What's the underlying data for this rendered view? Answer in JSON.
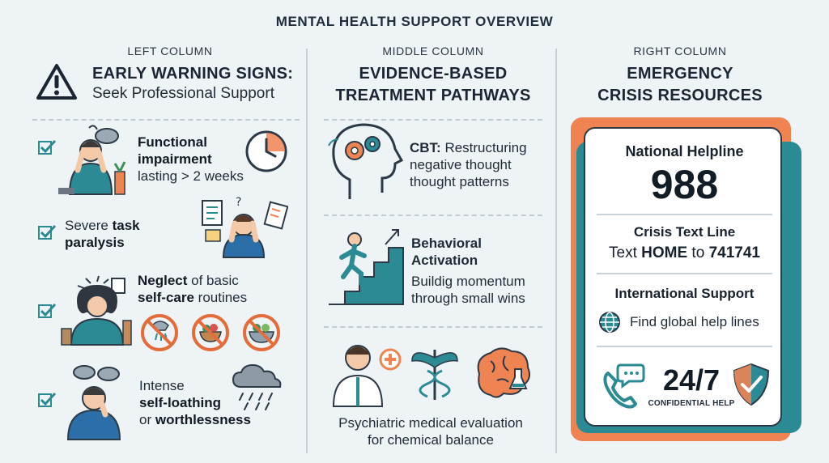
{
  "title": "MENTAL HEALTH SUPPORT OVERVIEW",
  "colors": {
    "background": "#eef3f5",
    "orange": "#f08352",
    "teal": "#2c8a95",
    "navy": "#1f2d3d",
    "check": "#2a8a94"
  },
  "left": {
    "column_label": "LEFT COLUMN",
    "heading_line1": "EARLY WARNING SIGNS:",
    "heading_line2": "Seek Professional Support",
    "items": [
      {
        "bold1": "Functional",
        "bold2": "impairment",
        "rest": "lasting > 2 weeks",
        "icon": "stressed-person-icon"
      },
      {
        "plain": "Severe ",
        "bold_a": "task",
        "bold_b": "paralysis",
        "icon": "overwhelmed-person-icon"
      },
      {
        "bold_a": "Neglect",
        "plain_a": " of basic",
        "bold_b": "self-care",
        "plain_b": " routines",
        "icon": "neglect-selfcare-icon"
      },
      {
        "plain": "Intense",
        "bold_a": "self-loathing",
        "plain_b": "or ",
        "bold_b": "worthlessness",
        "icon": "rain-cloud-icon"
      }
    ]
  },
  "middle": {
    "column_label": "MIDDLE COLUMN",
    "heading_line1": "EVIDENCE-BASED",
    "heading_line2": "TREATMENT PATHWAYS",
    "cbt": {
      "bold": "CBT:",
      "line1": " Restructuring",
      "line2": "negative thought",
      "line3": "thought patterns"
    },
    "behavioral": {
      "bold1": "Behavioral",
      "bold2": "Activation",
      "line1": "Buildig momentum",
      "line2": "through small wins"
    },
    "psychiatric": {
      "line1": "Psychiatric medical evaluation",
      "line2": "for chemical balance"
    }
  },
  "right": {
    "column_label": "RIGHT COLUMN",
    "heading_line1": "EMERGENCY",
    "heading_line2": "CRISIS RESOURCES",
    "helpline_label": "National Helpline",
    "helpline_number": "988",
    "text_line_label": "Crisis Text Line",
    "text_prefix": "Text ",
    "text_keyword": "HOME",
    "text_mid": " to ",
    "text_number": "741741",
    "intl_label": "International Support",
    "intl_text": "Find global help lines",
    "availability": "24/7",
    "confidential": "CONFIDENTIAL HELP"
  }
}
